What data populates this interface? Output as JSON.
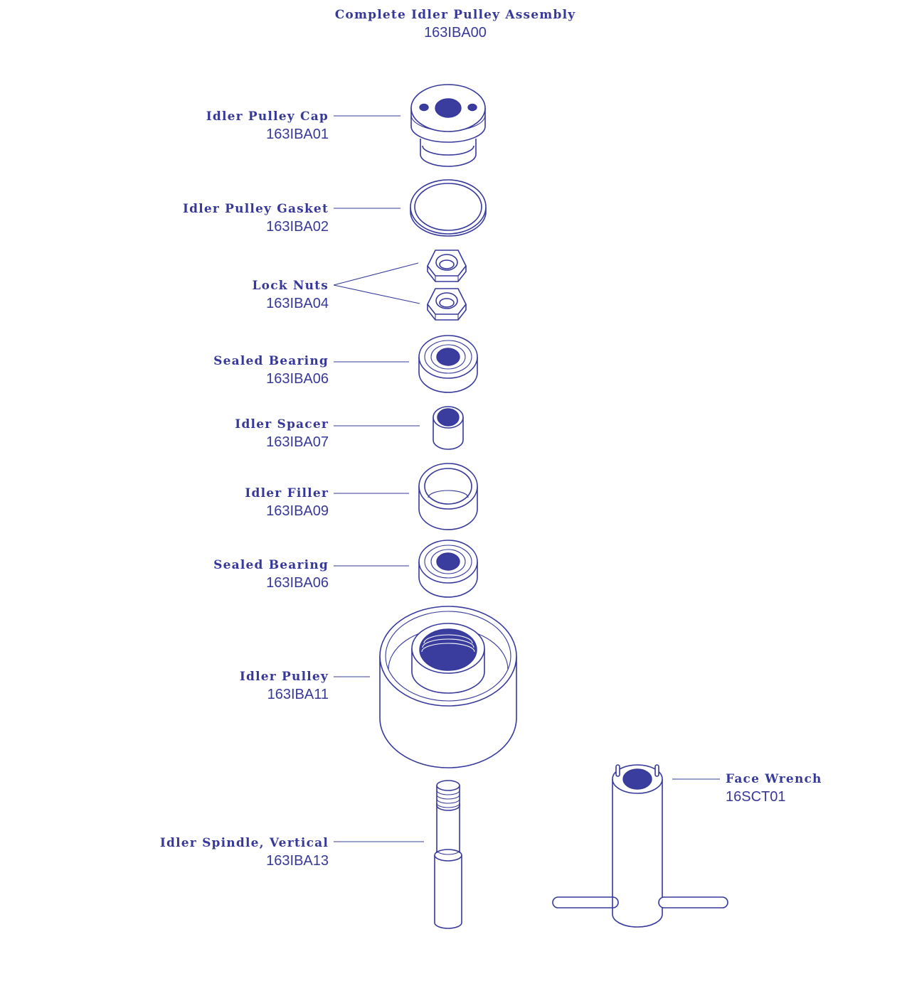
{
  "assembly": {
    "name": "Complete Idler Pulley Assembly",
    "part_number": "163IBA00"
  },
  "parts": [
    {
      "name": "Idler Pulley Cap",
      "part_number": "163IBA01"
    },
    {
      "name": "Idler Pulley Gasket",
      "part_number": "163IBA02"
    },
    {
      "name": "Lock Nuts",
      "part_number": "163IBA04"
    },
    {
      "name": "Sealed Bearing",
      "part_number": "163IBA06"
    },
    {
      "name": "Idler Spacer",
      "part_number": "163IBA07"
    },
    {
      "name": "Idler Filler",
      "part_number": "163IBA09"
    },
    {
      "name": "Sealed Bearing",
      "part_number": "163IBA06"
    },
    {
      "name": "Idler Pulley",
      "part_number": "163IBA11"
    },
    {
      "name": "Idler Spindle, Vertical",
      "part_number": "163IBA13"
    }
  ],
  "tool": {
    "name": "Face Wrench",
    "part_number": "16SCT01"
  },
  "colors": {
    "ink": "#36399a",
    "fill": "#3a3d9e",
    "background": "#ffffff"
  }
}
